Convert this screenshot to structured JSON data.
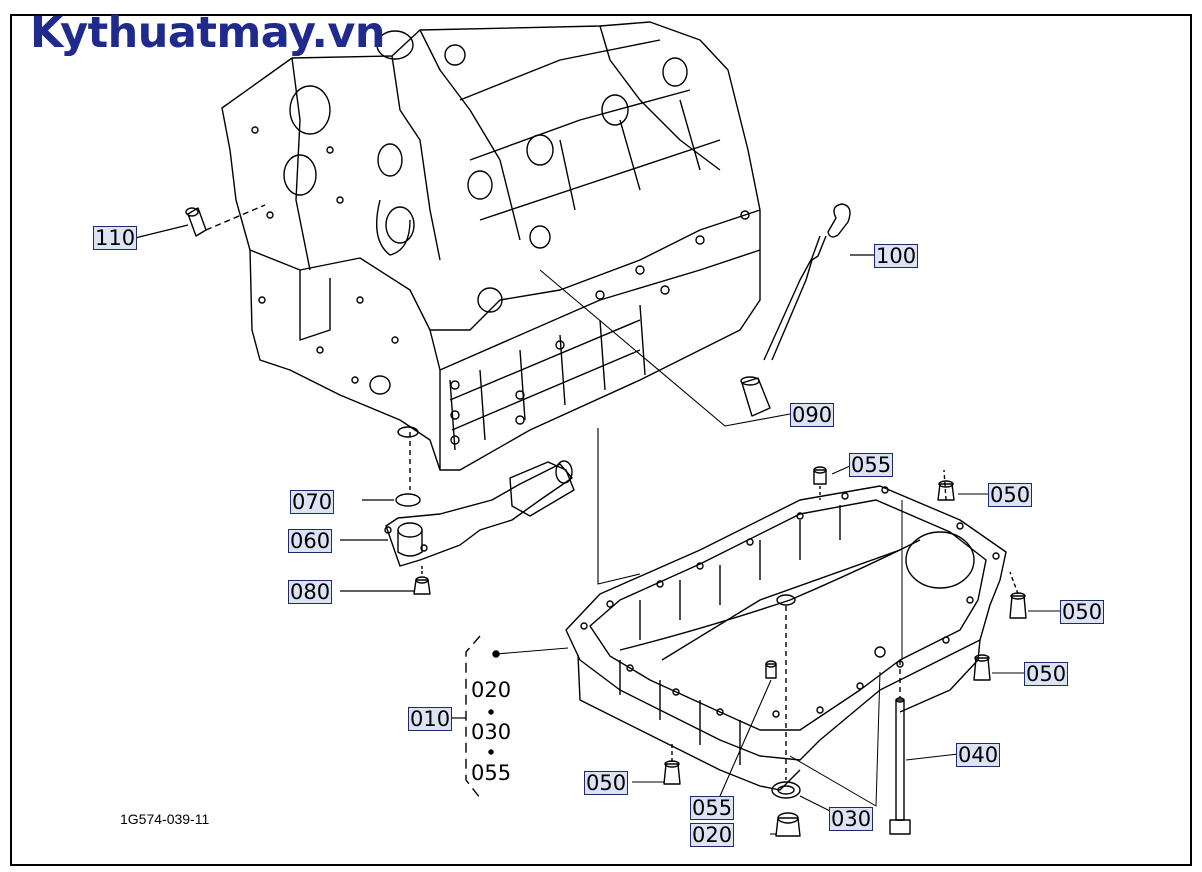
{
  "watermark": {
    "brand": "Kythuatmay.vn"
  },
  "diagram_code": "1G574-039-11",
  "callouts": {
    "p110": "110",
    "p100": "100",
    "p090": "090",
    "p070": "070",
    "p060": "060",
    "p080": "080",
    "p055_top": "055",
    "p050_a": "050",
    "p050_b": "050",
    "p050_c": "050",
    "p050_d": "050",
    "p010": "010",
    "p040": "040",
    "p055_bottom": "055",
    "p030": "030",
    "p020": "020"
  },
  "kit_list": {
    "item1": "020",
    "item2": "030",
    "item3": "055"
  },
  "colors": {
    "brand": "#1f2a8c",
    "label_fill": "#dce3f5",
    "label_border": "#1d2b6b",
    "line": "#000000"
  }
}
